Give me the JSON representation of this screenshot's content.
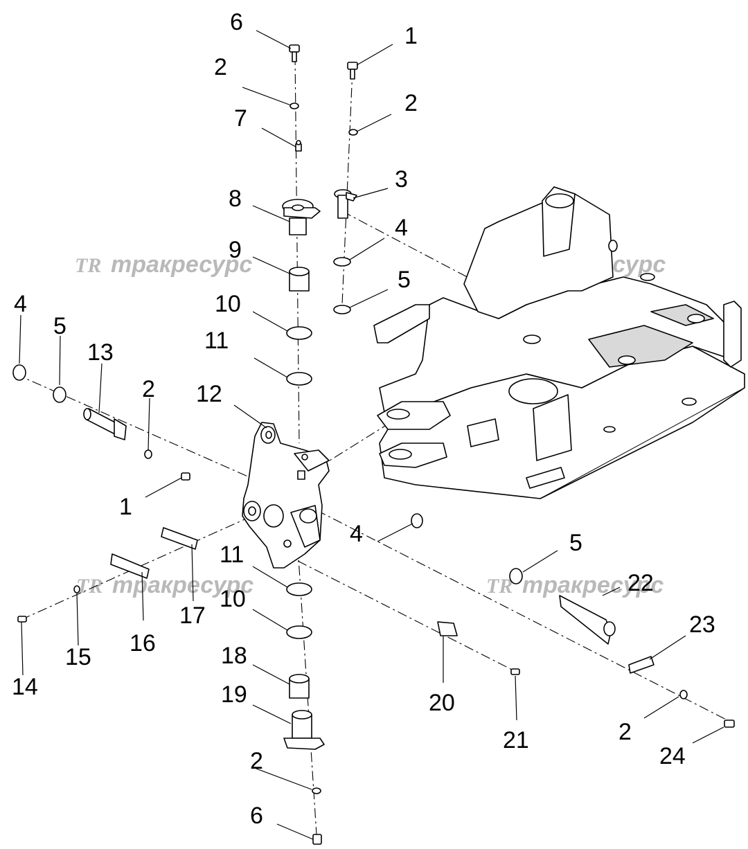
{
  "watermarks": [
    {
      "logo": "TR",
      "text": "тракресурс"
    },
    {
      "logo": "TR",
      "text": "тракресурс"
    },
    {
      "logo": "TR",
      "text": "тракресурс"
    },
    {
      "logo": "TR",
      "text": "тракресурс"
    }
  ],
  "callouts": [
    {
      "id": "c6a",
      "label": "6"
    },
    {
      "id": "c1a",
      "label": "1"
    },
    {
      "id": "c2a",
      "label": "2"
    },
    {
      "id": "c2b",
      "label": "2"
    },
    {
      "id": "c7",
      "label": "7"
    },
    {
      "id": "c3",
      "label": "3"
    },
    {
      "id": "c8",
      "label": "8"
    },
    {
      "id": "c4a",
      "label": "4"
    },
    {
      "id": "c9",
      "label": "9"
    },
    {
      "id": "c5a",
      "label": "5"
    },
    {
      "id": "c10a",
      "label": "10"
    },
    {
      "id": "c4b",
      "label": "4"
    },
    {
      "id": "c5b",
      "label": "5"
    },
    {
      "id": "c13",
      "label": "13"
    },
    {
      "id": "c11a",
      "label": "11"
    },
    {
      "id": "c2c",
      "label": "2"
    },
    {
      "id": "c12",
      "label": "12"
    },
    {
      "id": "c1b",
      "label": "1"
    },
    {
      "id": "c4c",
      "label": "4"
    },
    {
      "id": "c5c",
      "label": "5"
    },
    {
      "id": "c11b",
      "label": "11"
    },
    {
      "id": "c22",
      "label": "22"
    },
    {
      "id": "c10b",
      "label": "10"
    },
    {
      "id": "c17",
      "label": "17"
    },
    {
      "id": "c23",
      "label": "23"
    },
    {
      "id": "c16",
      "label": "16"
    },
    {
      "id": "c15",
      "label": "15"
    },
    {
      "id": "c14",
      "label": "14"
    },
    {
      "id": "c18",
      "label": "18"
    },
    {
      "id": "c20",
      "label": "20"
    },
    {
      "id": "c19",
      "label": "19"
    },
    {
      "id": "c21",
      "label": "21"
    },
    {
      "id": "c2d",
      "label": "2"
    },
    {
      "id": "c2e",
      "label": "2"
    },
    {
      "id": "c24",
      "label": "24"
    },
    {
      "id": "c6b",
      "label": "6"
    }
  ]
}
